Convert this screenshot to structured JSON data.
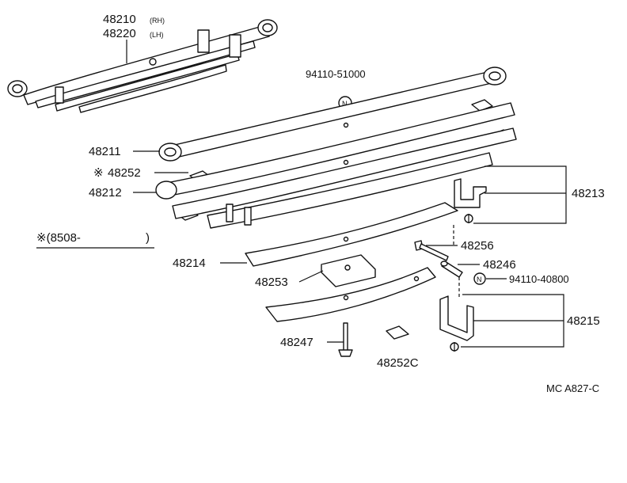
{
  "labels": {
    "p48210": "48210",
    "p48210_side": "(RH)",
    "p48220": "48220",
    "p48220_side": "(LH)",
    "p94110_51000": "94110-51000",
    "p48211": "48211",
    "p48252": "48252",
    "p48252_mark": "※",
    "p48212": "48212",
    "p48213": "48213",
    "serial_note": "※(8508-",
    "serial_close": ")",
    "p48256": "48256",
    "p48246": "48246",
    "p94110_40800": "94110-40800",
    "p48214": "48214",
    "p48253": "48253",
    "p48215": "48215",
    "p48247": "48247",
    "p48252C": "48252C",
    "n_symbol": "N",
    "drawing_code": "MC A827-C"
  }
}
